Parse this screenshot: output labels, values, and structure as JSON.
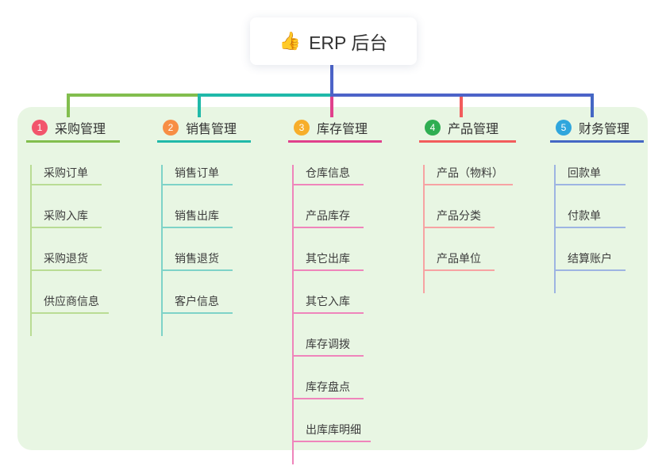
{
  "root": {
    "icon": "thumbs-up",
    "label": "ERP 后台"
  },
  "colors": {
    "panel_background": "#e8f6e3",
    "connector_main": "#4c63c8"
  },
  "branches": [
    {
      "number": "1",
      "label": "采购管理",
      "badge_color": "#f2556c",
      "line_color": "#82be4e",
      "child_line_color": "#b9dc94",
      "children": [
        "采购订单",
        "采购入库",
        "采购退货",
        "供应商信息"
      ]
    },
    {
      "number": "2",
      "label": "销售管理",
      "badge_color": "#f78e45",
      "line_color": "#20b9a9",
      "child_line_color": "#7ed3c8",
      "children": [
        "销售订单",
        "销售出库",
        "销售退货",
        "客户信息"
      ]
    },
    {
      "number": "3",
      "label": "库存管理",
      "badge_color": "#f7ae2b",
      "line_color": "#e0418c",
      "child_line_color": "#ef85bb",
      "children": [
        "仓库信息",
        "产品库存",
        "其它出库",
        "其它入库",
        "库存调拨",
        "库存盘点",
        "出库库明细"
      ]
    },
    {
      "number": "4",
      "label": "产品管理",
      "badge_color": "#2fae52",
      "line_color": "#f25c5c",
      "child_line_color": "#f7a3a3",
      "children": [
        "产品（物料）",
        "产品分类",
        "产品单位"
      ]
    },
    {
      "number": "5",
      "label": "财务管理",
      "badge_color": "#2fa6dd",
      "line_color": "#4467c4",
      "child_line_color": "#9db4e2",
      "children": [
        "回款单",
        "付款单",
        "结算账户"
      ]
    }
  ]
}
